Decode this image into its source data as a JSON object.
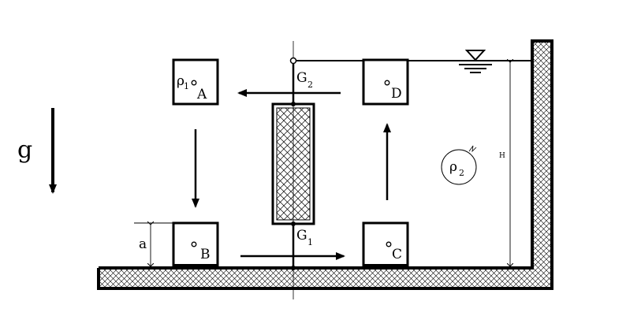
{
  "gravity": {
    "label": "g"
  },
  "boxes": {
    "A": {
      "letter": "A",
      "density_symbol": "ρ",
      "density_sub": "1"
    },
    "B": {
      "letter": "B"
    },
    "C": {
      "letter": "C"
    },
    "D": {
      "letter": "D"
    }
  },
  "points": {
    "G2": {
      "main": "G",
      "sub": "2"
    },
    "G1": {
      "main": "G",
      "sub": "1"
    }
  },
  "fluid": {
    "density_symbol": "ρ",
    "density_sub": "2"
  },
  "dimensions": {
    "height_label": "H",
    "offset_label": "a"
  },
  "colors": {
    "stroke": "#000000",
    "background": "#ffffff"
  }
}
